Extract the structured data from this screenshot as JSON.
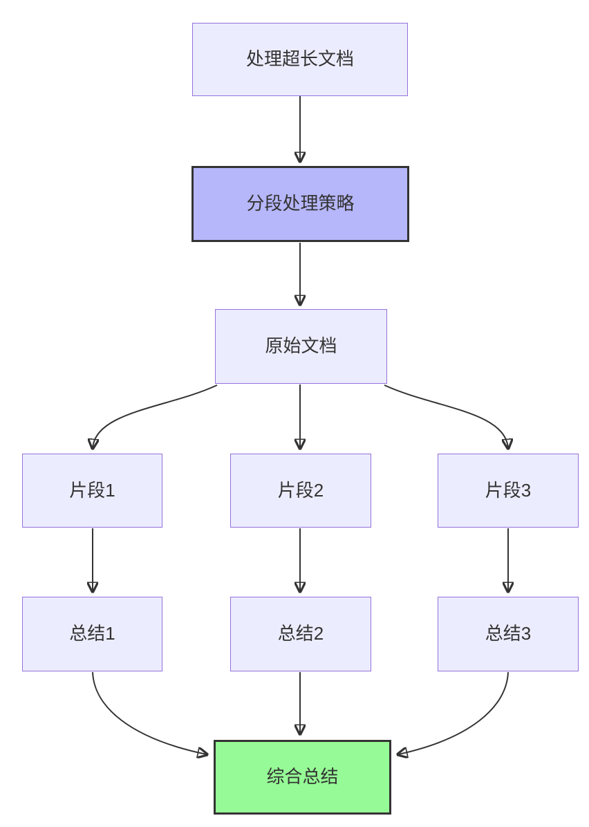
{
  "diagram": {
    "type": "flowchart",
    "direction": "top-down",
    "background": "#ffffff",
    "colors": {
      "node_fill": "#ECECFF",
      "node_border": "#9370DB",
      "emphasis_fill": "#B6B6FA",
      "emphasis_border": "#333333",
      "success_fill": "#96FB96",
      "success_border": "#333333",
      "edge": "#333333",
      "text": "#333333"
    },
    "nodes": [
      {
        "label": "处理超长文档",
        "style": "default"
      },
      {
        "label": "分段处理策略",
        "style": "emphasis"
      },
      {
        "label": "原始文档",
        "style": "default"
      },
      {
        "label": "片段1",
        "style": "default"
      },
      {
        "label": "片段2",
        "style": "default"
      },
      {
        "label": "片段3",
        "style": "default"
      },
      {
        "label": "总结1",
        "style": "default"
      },
      {
        "label": "总结2",
        "style": "default"
      },
      {
        "label": "总结3",
        "style": "default"
      },
      {
        "label": "综合总结",
        "style": "success"
      }
    ],
    "edges": [
      {
        "from": "处理超长文档",
        "to": "分段处理策略"
      },
      {
        "from": "分段处理策略",
        "to": "原始文档"
      },
      {
        "from": "原始文档",
        "to": "片段1"
      },
      {
        "from": "原始文档",
        "to": "片段2"
      },
      {
        "from": "原始文档",
        "to": "片段3"
      },
      {
        "from": "片段1",
        "to": "总结1"
      },
      {
        "from": "片段2",
        "to": "总结2"
      },
      {
        "from": "片段3",
        "to": "总结3"
      },
      {
        "from": "总结1",
        "to": "综合总结"
      },
      {
        "from": "总结2",
        "to": "综合总结"
      },
      {
        "from": "总结3",
        "to": "综合总结"
      }
    ]
  }
}
